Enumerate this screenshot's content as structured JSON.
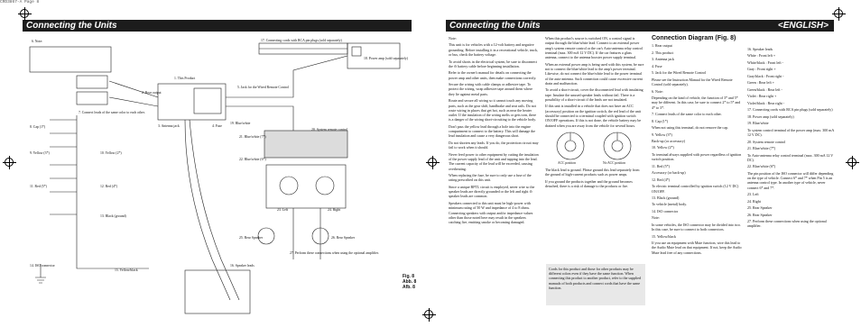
{
  "print_header": "CRD3867-A  Page 8",
  "left_page": {
    "banner": "Connecting the Units",
    "diagram_labels": {
      "n1": "1. This Product",
      "n2": "2. Rear output",
      "n3": "3. Antenna jack",
      "n4": "4. Fuse",
      "n5": "5. Jack for the Wired Remote Control",
      "n5_text": "Please see the Instruction Manual for the Wired Remote Control (sold separately).",
      "n6_title": "6. Note:",
      "n6_text": "Depending on the kind of vehicle, the function of 3* and 5* may be different. In this case, be sure to connect 2* to 5* and 4* to 3*.",
      "n7": "7. Connect leads of the same color to each other.",
      "n8": "8. Cap (1*)",
      "n8_text": "When not using this terminal, do not remove the cap.",
      "n9": "9. Yellow (3*)",
      "n9_text": "Back-up (or accessory)",
      "n10": "10. Yellow (2*)",
      "n10_text": "To terminal always supplied with power regardless of ignition switch position.",
      "n11": "11. Red (5*)",
      "n11_text": "Accessory (or back-up)",
      "n12": "12. Red (4*)",
      "n12_text": "To electric terminal controlled by ignition switch (12 V DC) ON/OFF.",
      "n13": "13. Black (ground)",
      "n13_text": "To vehicle (metal) body.",
      "n14": "14. ISO connector",
      "n14_note": "Note:",
      "n14_text": "In some vehicles, the ISO connector may be divided into two. In this case, be sure to connect to both connectors.",
      "n15": "15. Yellow/black",
      "n15_text": "If you use an equipment with Mute function, wire this lead to the Audio Mute lead on that equipment. If not, keep the Audio Mute lead free of any connections.",
      "n16": "16. Speaker leads",
      "speakers": [
        [
          "White",
          "Front left +"
        ],
        [
          "White/black",
          "Front left -"
        ],
        [
          "Gray",
          "Front right +"
        ],
        [
          "Gray/black",
          "Front right -"
        ],
        [
          "Green",
          "Rear left +"
        ],
        [
          "Green/black",
          "Rear left -"
        ],
        [
          "Violet",
          "Rear right +"
        ],
        [
          "Violet/black",
          "Rear right -"
        ]
      ],
      "n17": "17. Connecting cords with RCA pin plugs (sold separately)",
      "n18": "18. Power amp (sold separately)",
      "n19": "19. Blue/white",
      "n19_text": "To system control terminal of the power amp (max. 300 mA 12 V DC).",
      "n20": "20. System remote control",
      "n21": "21. Blue/white (7*)",
      "n21_text": "To Auto-antenna relay control terminal (max. 300 mA 12 V DC).",
      "n22": "22. Blue/white (6*)",
      "n22_text": "The pin position of the ISO connector will differ depending on the type of vehicle. Connect 6* and 7* when Pin 5 is an antenna control type. In another type of vehicle, never connect 6* and 7*.",
      "n23": "23. Left",
      "n24": "24. Right",
      "n25": "25. Rear Speaker",
      "n26": "26. Rear Speaker",
      "n27": "27. Perform these connections when using the optional amplifier."
    },
    "page_numbers": [
      "Fig. 8",
      "Abb. 8",
      "Afb. 8"
    ]
  },
  "right_page": {
    "banner": "Connecting the Units",
    "language": "<ENGLISH>",
    "col1": [
      "Note:",
      "This unit is for vehicles with a 12-volt battery and negative grounding. Before installing it in a recreational vehicle, truck, or bus, check the battery voltage.",
      "To avoid shorts in the electrical system, be sure to disconnect the ⊖ battery cable before beginning installation.",
      "Refer to the owner's manual for details on connecting the power amp and other units, then make connections correctly.",
      "Secure the wiring with cable clamps or adhesive tape. To protect the wiring, wrap adhesive tape around them where they lie against metal parts.",
      "Route and secure all wiring so it cannot touch any moving parts, such as the gear shift, handbrake and seat rails. Do not route wiring in places that get hot, such as near the heater outlet. If the insulation of the wiring melts or gets torn, there is a danger of the wiring short-circuiting to the vehicle body.",
      "Don't pass the yellow lead through a hole into the engine compartment to connect to the battery. This will damage the lead insulation and cause a very dangerous short.",
      "Do not shorten any leads. If you do, the protection circuit may fail to work when it should.",
      "Never feed power to other equipment by cutting the insulation of the power supply lead of the unit and tapping into the lead. The current capacity of the lead will be exceeded, causing overheating.",
      "When replacing the fuse, be sure to only use a fuse of the rating prescribed on this unit.",
      "Since a unique BPTL circuit is employed, never wire so the speaker leads are directly grounded or the left and right ⊖ speaker leads are common.",
      "Speakers connected to this unit must be high-power with minimum rating of 50 W and impedance of 4 to 8 ohms. Connecting speakers with output and/or impedance values other than those noted here may result in the speakers catching fire, emitting smoke or becoming damaged."
    ],
    "col2": [
      "When this product's source is switched ON, a control signal is output through the blue/white lead. Connect to an external power amp's system remote control or the car's Auto-antenna relay control terminal (max. 300 mA 12 V DC). If the car features a glass antenna, connect to the antenna booster power supply terminal.",
      "When an external power amp is being used with this system, be sure not to connect the blue/white lead to the amp's power terminal. Likewise, do not connect the blue/white lead to the power terminal of the auto-antenna. Such connection could cause excessive current drain and malfunction.",
      "To avoid a short-circuit, cover the disconnected lead with insulating tape. Insulate the unused speaker leads without fail. There is a possibility of a short-circuit if the leads are not insulated.",
      "If this unit is installed in a vehicle that does not have an ACC (accessory) position on the ignition switch, the red lead of the unit should be connected to a terminal coupled with ignition switch ON/OFF operations. If this is not done, the vehicle battery may be drained when you are away from the vehicle for several hours."
    ],
    "acc_labels": [
      "ACC position",
      "No ACC position"
    ],
    "col2_after": [
      "The black lead is ground. Please ground this lead separately from the ground of high-current products such as power amps.",
      "If you ground the products together and the ground becomes detached, there is a risk of damage to the products or fire."
    ],
    "section_title": "Connection Diagram (Fig. 8)",
    "col3": [
      "1. Rear output",
      "2. This product",
      "3. Antenna jack",
      "4. Fuse",
      "5. Jack for the Wired Remote Control",
      "Please see the Instruction Manual for the Wired Remote Control (sold separately).",
      "6. Note:",
      "Depending on the kind of vehicle, the function of 3* and 5* may be different. In this case, be sure to connect 2* to 5* and 4* to 3*.",
      "7. Connect leads of the same color to each other.",
      "8. Cap (1*)",
      "When not using this terminal, do not remove the cap.",
      "9. Yellow (3*)",
      "Back-up (or accessory)",
      "10. Yellow (2*)",
      "To terminal always supplied with power regardless of ignition switch position.",
      "11. Red (5*)",
      "Accessory (or back-up)",
      "12. Red (4*)",
      "To electric terminal controlled by ignition switch (12 V DC) ON/OFF.",
      "13. Black (ground)",
      "To vehicle (metal) body.",
      "14. ISO connector",
      "Note:",
      "In some vehicles, the ISO connector may be divided into two. In this case, be sure to connect to both connectors.",
      "15. Yellow/black",
      "If you use an equipment with Mute function, wire this lead to the Audio Mute lead on that equipment. If not, keep the Audio Mute lead free of any connections."
    ],
    "col4": [
      "16. Speaker leads",
      "White : Front left +",
      "White/black : Front left -",
      "Gray : Front right +",
      "Gray/black : Front right -",
      "Green : Rear left +",
      "Green/black : Rear left -",
      "Violet : Rear right +",
      "Violet/black : Rear right -",
      "17. Connecting cords with RCA pin plugs (sold separately)",
      "18. Power amp (sold separately)",
      "19. Blue/white",
      "To system control terminal of the power amp (max. 300 mA 12 V DC).",
      "20. System remote control",
      "21. Blue/white (7*)",
      "To Auto-antenna relay control terminal (max. 300 mA 12 V DC).",
      "22. Blue/white (6*)",
      "The pin position of the ISO connector will differ depending on the type of vehicle. Connect 6* and 7* when Pin 5 is an antenna control type. In another type of vehicle, never connect 6* and 7*.",
      "23. Left",
      "24. Right",
      "25. Rear Speaker",
      "26. Rear Speaker",
      "27. Perform these connections when using the optional amplifier."
    ],
    "shaded_note": "Cords for this product and those for other products may be different colors even if they have the same function. When connecting this product to another product, refer to the supplied manuals of both products and connect cords that have the same function."
  }
}
